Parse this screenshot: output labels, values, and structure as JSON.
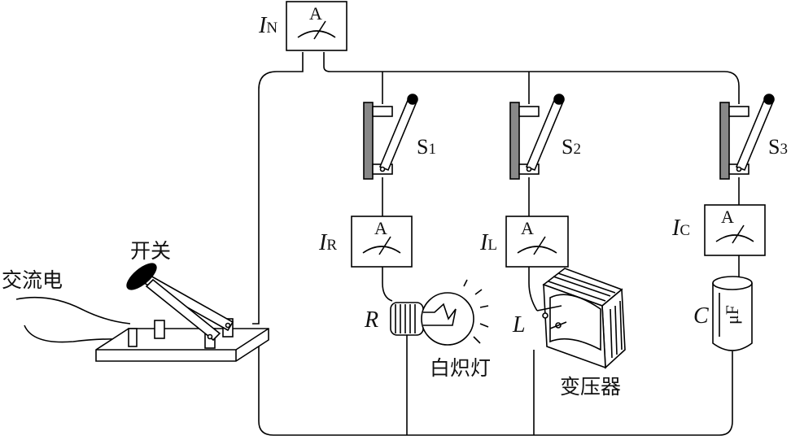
{
  "labels": {
    "ac_source": "交流电",
    "switch": "开关",
    "bulb": "白炽灯",
    "transformer": "变压器"
  },
  "meters": {
    "symbol": "A",
    "IN": {
      "main": "I",
      "sub": "N"
    },
    "IR": {
      "main": "I",
      "sub": "R"
    },
    "IL": {
      "main": "I",
      "sub": "L"
    },
    "IC": {
      "main": "I",
      "sub": "C"
    }
  },
  "switches": {
    "s1": {
      "main": "S",
      "sub": "1"
    },
    "s2": {
      "main": "S",
      "sub": "2"
    },
    "s3": {
      "main": "S",
      "sub": "3"
    }
  },
  "components": {
    "R": "R",
    "L": "L",
    "C": "C",
    "capacitor_unit": "μF"
  }
}
